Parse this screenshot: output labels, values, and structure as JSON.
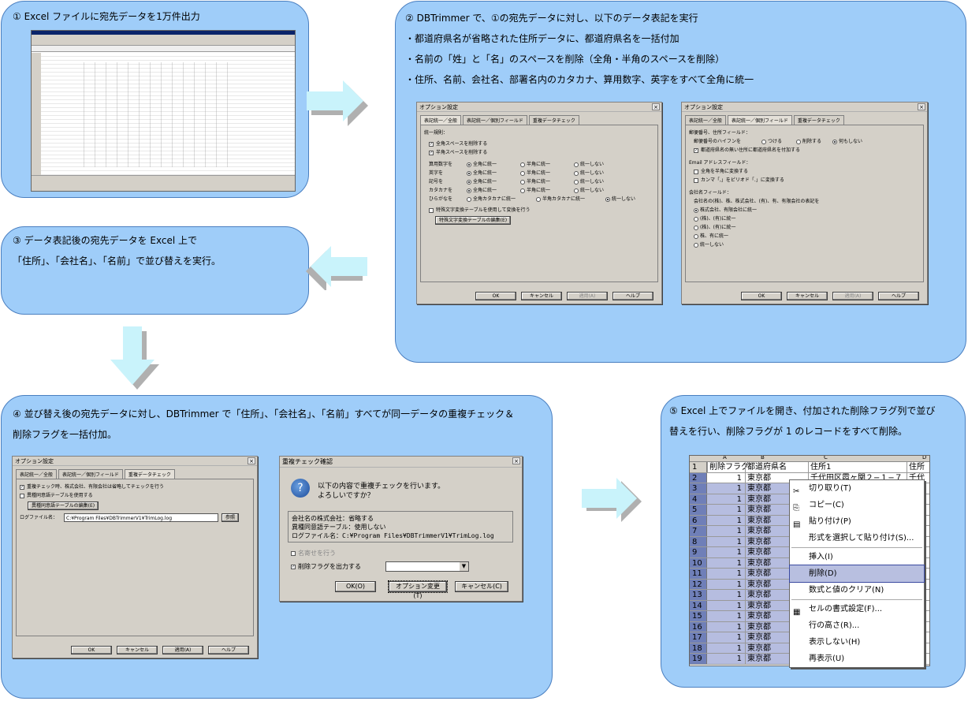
{
  "step1": {
    "text": "①  Excel ファイルに宛先データを1万件出力"
  },
  "step2": {
    "lines": [
      "②  DBTrimmer で、①の宛先データに対し、以下のデータ表記を実行",
      "・都道府県名が省略された住所データに、都道府県名を一括付加",
      "・名前の「姓」と「名」のスペースを削除（全角・半角のスペースを削除）",
      "・住所、名前、会社名、部署名内のカタカナ、算用数字、英字をすべて全角に統一"
    ]
  },
  "step3": {
    "lines": [
      "③  データ表記後の宛先データを Excel 上で",
      "「住所」、「会社名」、「名前」で並び替えを実行。"
    ]
  },
  "step4": {
    "lines": [
      "④  並び替え後の宛先データに対し、DBTrimmer で「住所」、「会社名」、「名前」すべてが同一データの重複チェック＆",
      "削除フラグを一括付加。"
    ]
  },
  "step5": {
    "lines": [
      "⑤  Excel  上でファイルを開き、付加された削除フラグ列で並び",
      "替えを行い、削除フラグが 1 のレコードをすべて削除。"
    ]
  },
  "dlg": {
    "title": "オプション設定",
    "tabs": [
      "表記統一／全般",
      "表記統一／個別フィールド",
      "重複データチェック"
    ],
    "ok": "OK",
    "cancel": "キャンセル",
    "apply": "適用(A)",
    "help": "ヘルプ"
  },
  "dlgA": {
    "group": "統一規則：",
    "cb1": "全角スペースを削除する",
    "cb2": "半角スペースを削除する",
    "rows": [
      {
        "label": "算用数字を",
        "opts": [
          "全角に統一",
          "半角に統一",
          "統一しない"
        ]
      },
      {
        "label": "英字を",
        "opts": [
          "全角に統一",
          "半角に統一",
          "統一しない"
        ]
      },
      {
        "label": "記号を",
        "opts": [
          "全角に統一",
          "半角に統一",
          "統一しない"
        ]
      },
      {
        "label": "カタカナを",
        "opts": [
          "全角に統一",
          "半角に統一",
          "統一しない"
        ]
      }
    ],
    "hira": {
      "label": "ひらがなを",
      "opts": [
        "全角カタカナに統一",
        "半角カタカナに統一",
        "統一しない"
      ]
    },
    "cb3": "特殊文字変換テーブルを使用して変換を行う",
    "editbtn": "特殊文字変換テーブルの編集(E)"
  },
  "dlgB": {
    "g1": "郵便番号、住所フィールド：",
    "hyphen": "郵便番号のハイフンを",
    "hopts": [
      "つける",
      "削除する",
      "何もしない"
    ],
    "cb1": "都道府県名の無い住所に都道府県名を付加する",
    "g2": "Email アドレスフィールド：",
    "cb2": "全角を半角に変換する",
    "cb3": "カンマ「,」をピリオド「.」に変換する",
    "g3": "会社名フィールド：",
    "desc": "会社名の(株)、株、株式会社、(有)、有、有限会社の表記を",
    "opts": [
      "株式会社、有限会社に統一",
      "(株)、(有)に統一",
      "(株)、(有)に統一",
      "株、有に統一",
      "統一しない"
    ]
  },
  "dlgC": {
    "cb1": "重複チェック時、株式会社、有限会社は省略してチェックを行う",
    "cb2": "異種同意語テーブルを使用する",
    "editbtn": "異種同意語テーブルの編集(E)",
    "loglabel": "ログファイル名：",
    "logvalue": "C:¥Program Files¥DBTrimmerV1¥TrimLog.log",
    "browse": "参照"
  },
  "dlgD": {
    "title": "重複チェック確認",
    "msg1": "以下の内容で重複チェックを行います。",
    "msg2": "よろしいですか？",
    "info": [
      "会社名の株式会社：省略する",
      "異種同意語テーブル：使用しない",
      "ログファイル名：C:¥Program Files¥DBTrimmerV1¥TrimLog.log"
    ],
    "cb1": "名寄せを行う",
    "cb2": "削除フラグを出力する",
    "ok": "OK(O)",
    "opt": "オプション変更(T)",
    "cancel": "キャンセル(C)"
  },
  "excel5": {
    "cols": [
      "A",
      "B",
      "C",
      "D"
    ],
    "headers": [
      "削除フラグ",
      "都道府県名",
      "住所1",
      "住所"
    ],
    "rownums": [
      "1",
      "2",
      "3",
      "4",
      "5",
      "6",
      "7",
      "8",
      "9",
      "10",
      "11",
      "12",
      "13",
      "14",
      "15",
      "16",
      "17",
      "18",
      "19"
    ],
    "flag": "1",
    "pref": "東京都",
    "addr": "千代田区霞ヶ関２−１−７",
    "addr2": "千代"
  },
  "menu": [
    {
      "icon": "✂",
      "label": "切り取り(T)"
    },
    {
      "icon": "⎘",
      "label": "コピー(C)"
    },
    {
      "icon": "▤",
      "label": "貼り付け(P)"
    },
    {
      "icon": "",
      "label": "形式を選択して貼り付け(S)..."
    },
    {
      "sep": true
    },
    {
      "icon": "",
      "label": "挿入(I)"
    },
    {
      "icon": "",
      "label": "削除(D)",
      "hl": true
    },
    {
      "icon": "",
      "label": "数式と値のクリア(N)"
    },
    {
      "sep": true
    },
    {
      "icon": "▦",
      "label": "セルの書式設定(F)..."
    },
    {
      "icon": "",
      "label": "行の高さ(R)..."
    },
    {
      "icon": "",
      "label": "表示しない(H)"
    },
    {
      "icon": "",
      "label": "再表示(U)"
    }
  ]
}
